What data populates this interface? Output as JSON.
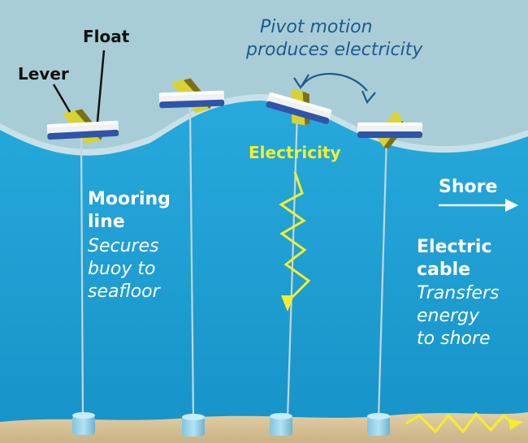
{
  "labels": {
    "float": "Float",
    "lever": "Lever",
    "pivot_line1": "Pivot motion",
    "pivot_line2": "produces electricity",
    "electricity": "Electricity",
    "shore": "Shore",
    "mooring_title1": "Mooring",
    "mooring_title2": "line",
    "mooring_desc1": "Secures",
    "mooring_desc2": "buoy to",
    "mooring_desc3": "seafloor",
    "cable_title1": "Electric",
    "cable_title2": "cable",
    "cable_desc1": "Transfers",
    "cable_desc2": "energy",
    "cable_desc3": "to shore"
  },
  "colors": {
    "sky": "#a9cdd6",
    "sea": "#1aa0d4",
    "seafloor": "#d8c39a",
    "float_white": "#f1f1f1",
    "float_blue": "#2f55a8",
    "lever_yellow": "#d7d236",
    "electricity_yellow": "#f4ef2a",
    "pivot_text": "#1d5a8f"
  }
}
